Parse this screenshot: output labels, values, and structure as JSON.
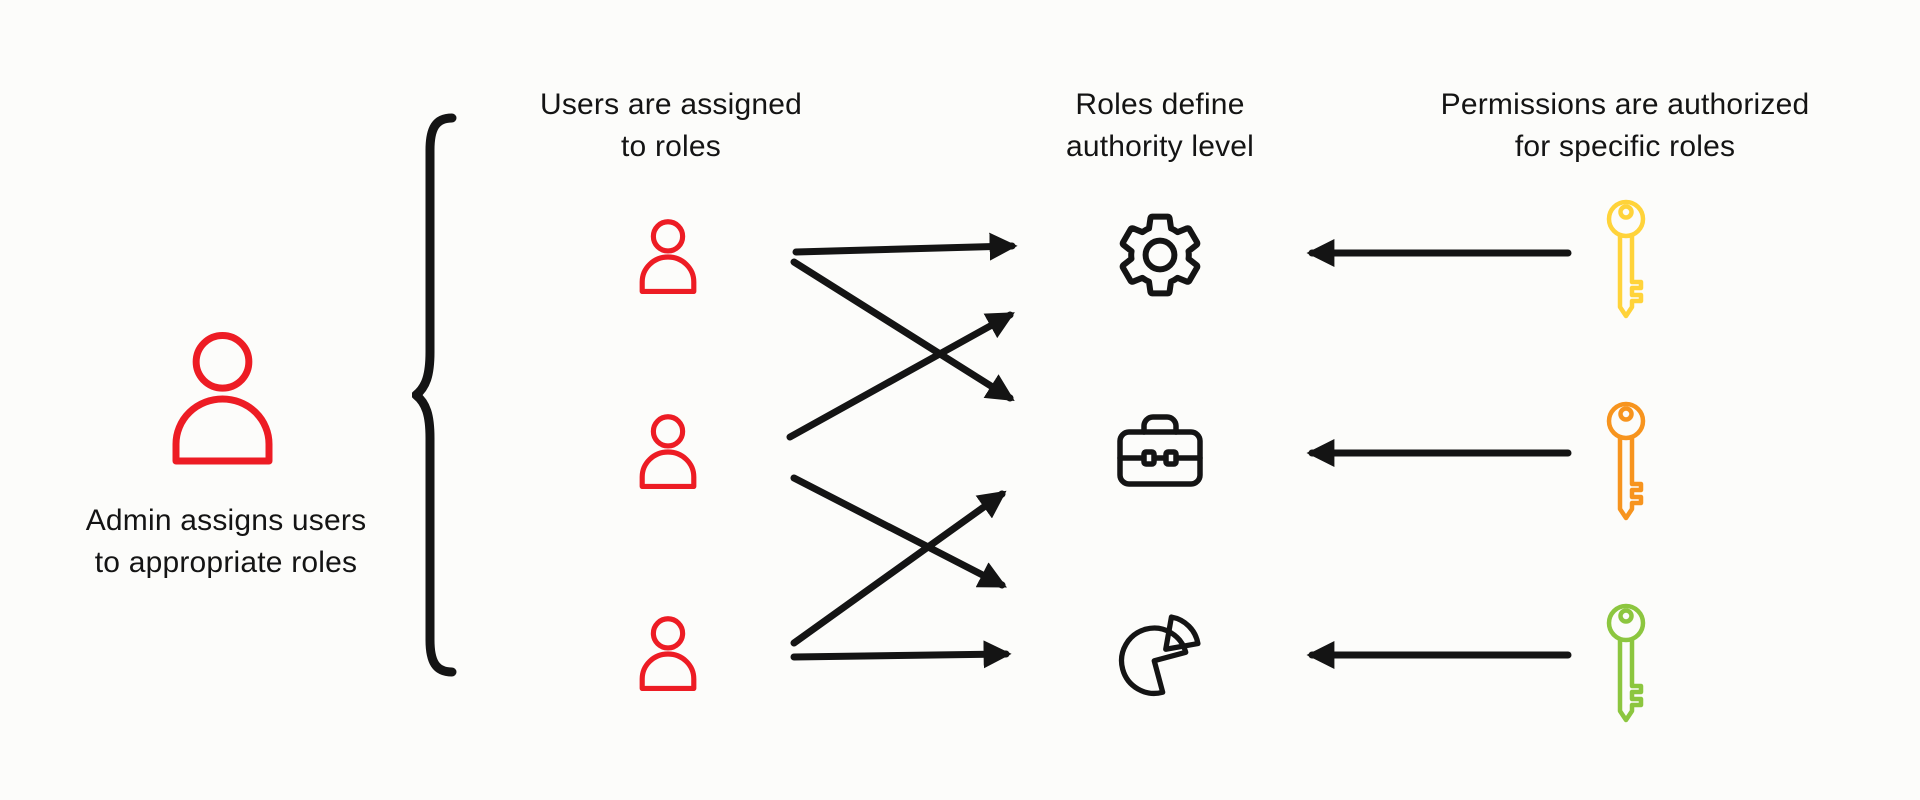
{
  "background": "#FCFCFA",
  "colors": {
    "user_red": "#ED1C24",
    "ink_black": "#141414",
    "key_yellow": "#FFD33A",
    "key_orange": "#F7941E",
    "key_green": "#8CC63F"
  },
  "admin": {
    "caption_line1": "Admin assigns users",
    "caption_line2": "to appropriate roles",
    "icon": "admin-person-icon"
  },
  "users_column": {
    "heading_line1": "Users are assigned",
    "heading_line2": "to roles",
    "items": [
      {
        "icon": "user-icon"
      },
      {
        "icon": "user-icon"
      },
      {
        "icon": "user-icon"
      }
    ]
  },
  "roles_column": {
    "heading_line1": "Roles define",
    "heading_line2": "authority level",
    "items": [
      {
        "icon": "gear-icon"
      },
      {
        "icon": "briefcase-icon"
      },
      {
        "icon": "pie-chart-icon"
      }
    ]
  },
  "permissions_column": {
    "heading_line1": "Permissions are authorized",
    "heading_line2": "for specific roles",
    "key_colors": [
      "#FFD33A",
      "#F7941E",
      "#8CC63F"
    ],
    "items": [
      {
        "icon": "key-icon",
        "color_name": "yellow"
      },
      {
        "icon": "key-icon",
        "color_name": "orange"
      },
      {
        "icon": "key-icon",
        "color_name": "green"
      }
    ]
  },
  "connections": {
    "users_to_roles": [
      "user1->role1",
      "user2->role1",
      "user1->role2",
      "user2->role3",
      "user3->role2",
      "user3->role3"
    ],
    "permissions_to_roles": [
      "key1->role1",
      "key2->role2",
      "key3->role3"
    ]
  }
}
